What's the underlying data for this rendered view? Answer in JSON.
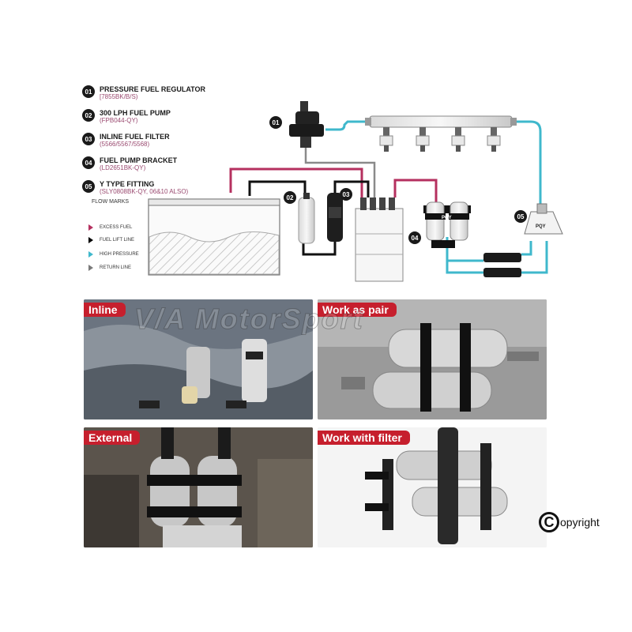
{
  "legend": [
    {
      "num": "01",
      "title": "PRESSURE FUEL REGULATOR",
      "code": "[7855BK/B/S)"
    },
    {
      "num": "02",
      "title": "300 LPH FUEL PUMP",
      "code": "(FPB044-QY)"
    },
    {
      "num": "03",
      "title": "INLINE FUEL FILTER",
      "code": "(5566/5567/5568)"
    },
    {
      "num": "04",
      "title": "FUEL PUMP BRACKET",
      "code": "(LD2651BK-QY)"
    },
    {
      "num": "05",
      "title": "Y TYPE FITTING",
      "code": "(SLY0808BK-QY, 06&10 ALSO)"
    }
  ],
  "flow_marks": {
    "heading": "FLOW MARKS",
    "items": [
      {
        "label": "EXCESS FUEL",
        "color": "#b5305f"
      },
      {
        "label": "FUEL LIFT LINE",
        "color": "#000000"
      },
      {
        "label": "HIGH PRESSURE",
        "color": "#3fb8cc"
      },
      {
        "label": "RETURN LINE",
        "color": "#7a7a7a"
      }
    ]
  },
  "diagram_nodes": [
    "01",
    "02",
    "03",
    "04",
    "05"
  ],
  "pump_brand": "PQY",
  "colors": {
    "excess": "#b5305f",
    "lift": "#111111",
    "high_pressure": "#3fb8cc",
    "return": "#8a8a8a",
    "tag": "#c61f2d"
  },
  "photos": [
    {
      "tag": "Inline"
    },
    {
      "tag": "Work as pair"
    },
    {
      "tag": "External"
    },
    {
      "tag": "Work with filter"
    }
  ],
  "watermark": "V/A MotorSport",
  "copyright": {
    "symbol": "C",
    "text": "opyright"
  }
}
